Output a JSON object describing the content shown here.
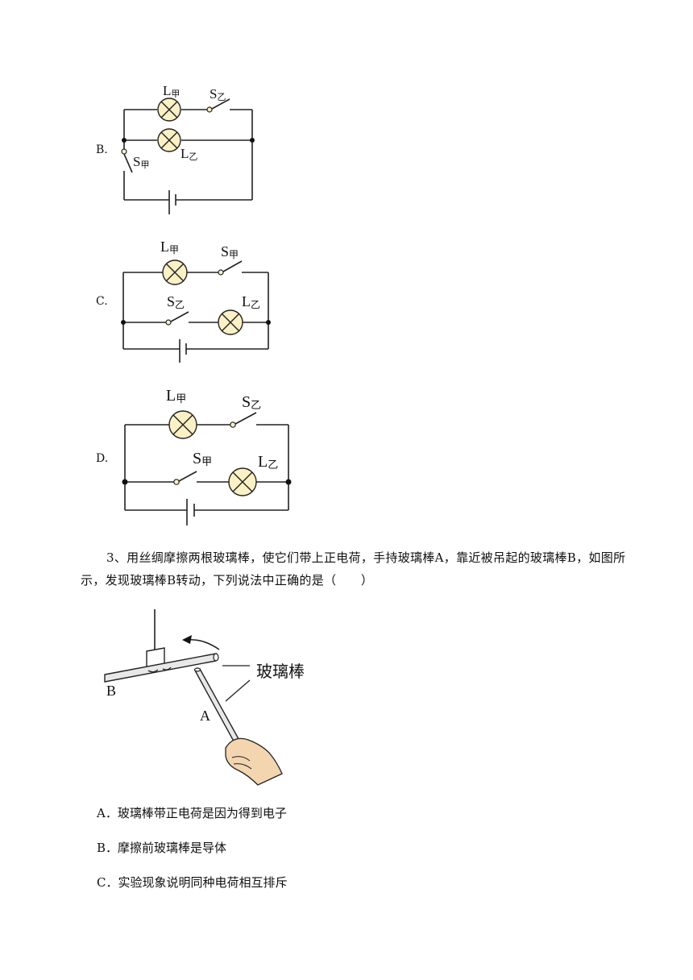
{
  "options_diagrams": [
    {
      "letter": "B.",
      "lamp1": "L",
      "lamp1_sub": "甲",
      "switch1": "S",
      "switch1_sub": "乙",
      "lamp2": "L",
      "lamp2_sub": "乙",
      "switch2": "S",
      "switch2_sub": "甲"
    },
    {
      "letter": "C.",
      "lamp1": "L",
      "lamp1_sub": "甲",
      "switch1": "S",
      "switch1_sub": "甲",
      "switch2": "S",
      "switch2_sub": "乙",
      "lamp2": "L",
      "lamp2_sub": "乙"
    },
    {
      "letter": "D.",
      "lamp1": "L",
      "lamp1_sub": "甲",
      "switch1": "S",
      "switch1_sub": "乙",
      "switch2": "S",
      "switch2_sub": "甲",
      "lamp2": "L",
      "lamp2_sub": "乙"
    }
  ],
  "question3": {
    "text": "3、用丝绸摩擦两根玻璃棒，使它们带上正电荷，手持玻璃棒A，靠近被吊起的玻璃棒B，如图所示，发现玻璃棒B转动，下列说法中正确的是（　　）",
    "figure": {
      "rod_b": "B",
      "rod_a": "A",
      "label": "玻璃棒"
    },
    "choices": [
      "A．玻璃棒带正电荷是因为得到电子",
      "B．摩擦前玻璃棒是导体",
      "C．实验现象说明同种电荷相互排斥"
    ]
  },
  "colors": {
    "lamp_fill": "#fbf1c4",
    "wire": "#222222"
  }
}
